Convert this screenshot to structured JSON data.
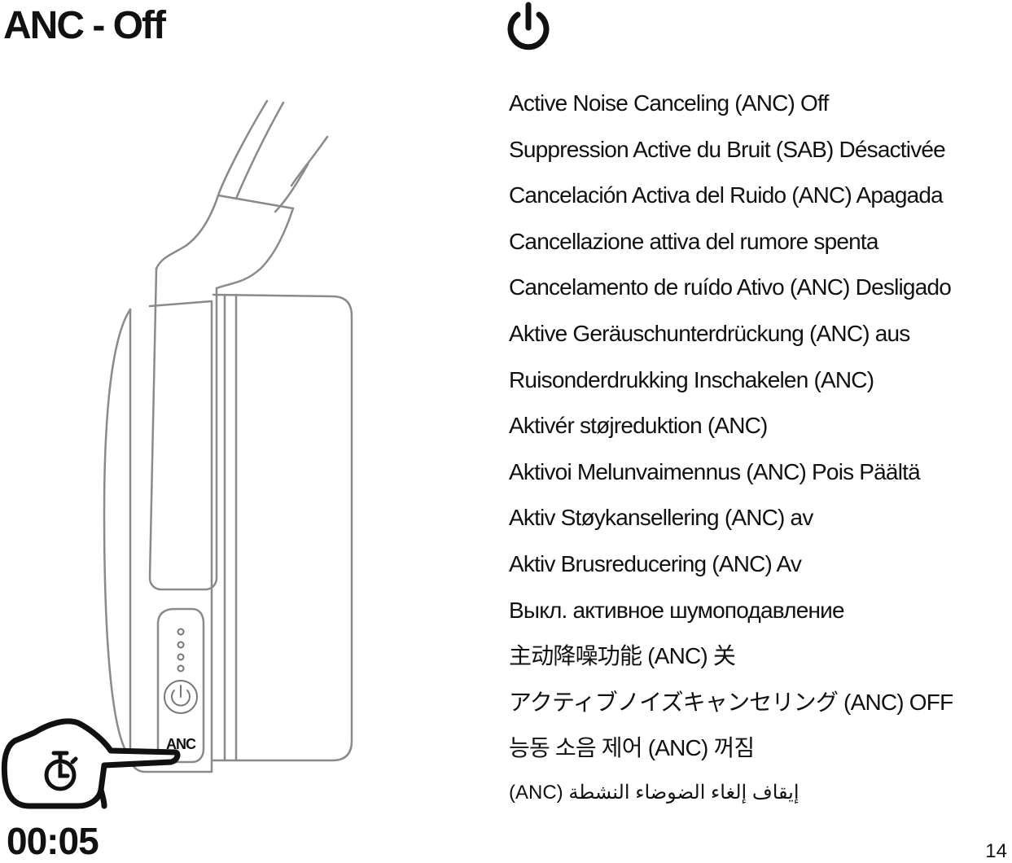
{
  "title": "ANC - Off",
  "icons": {
    "power": "power-icon",
    "hand": "pointing-hand-icon",
    "stopwatch": "stopwatch-icon"
  },
  "device": {
    "button_label": "ANC"
  },
  "translations": [
    "Active Noise Canceling (ANC) Off",
    "Suppression Active du Bruit (SAB) Désactivée",
    "Cancelación Activa del Ruido (ANC) Apagada",
    "Cancellazione attiva del rumore spenta",
    "Cancelamento de ruído Ativo (ANC) Desligado",
    "Aktive Geräuschunterdrückung (ANC) aus",
    "Ruisonderdrukking Inschakelen (ANC)",
    "Aktivér støjreduktion (ANC)",
    "Aktivoi Melunvaimennus (ANC) Pois Päältä",
    "Aktiv Støykansellering (ANC) av",
    "Aktiv Brusreducering (ANC) Av",
    "Выкл. активное шумоподавление",
    "主动降噪功能 (ANC) 关",
    "アクティブノイズキャンセリング (ANC) OFF",
    "능동 소음 제어 (ANC) 꺼짐",
    "إيقاف إلغاء الضوضاء النشطة (ANC)"
  ],
  "hold_time": "00:05",
  "page_number": "14"
}
